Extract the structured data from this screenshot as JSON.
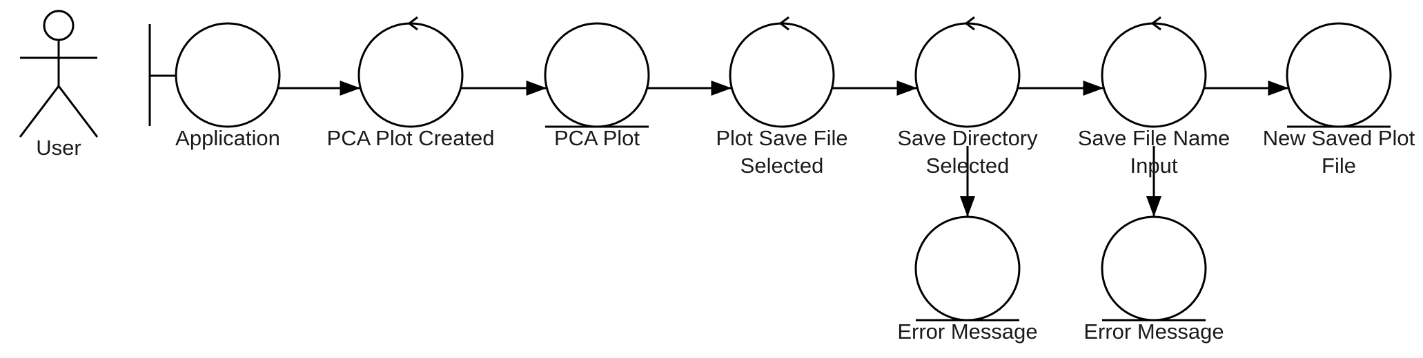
{
  "actor": {
    "label": "User"
  },
  "boundary": {
    "label": "Application"
  },
  "nodes": {
    "pca_plot_created": {
      "kind": "control",
      "lines": [
        "PCA Plot Created"
      ]
    },
    "pca_plot": {
      "kind": "entity",
      "lines": [
        "PCA Plot"
      ]
    },
    "plot_save_file_selected": {
      "kind": "control",
      "lines": [
        "Plot Save File",
        "Selected"
      ]
    },
    "save_directory_selected": {
      "kind": "control",
      "lines": [
        "Save Directory",
        "Selected"
      ]
    },
    "save_file_name_input": {
      "kind": "control",
      "lines": [
        "Save File Name",
        "Input"
      ]
    },
    "new_saved_plot_file": {
      "kind": "entity",
      "lines": [
        "New Saved Plot",
        "File"
      ]
    },
    "error_message_1": {
      "kind": "entity",
      "lines": [
        "Error Message"
      ]
    },
    "error_message_2": {
      "kind": "entity",
      "lines": [
        "Error Message"
      ]
    }
  },
  "edges": [
    {
      "from": "application",
      "to": "pca_plot_created"
    },
    {
      "from": "pca_plot_created",
      "to": "pca_plot"
    },
    {
      "from": "pca_plot",
      "to": "plot_save_file_selected"
    },
    {
      "from": "plot_save_file_selected",
      "to": "save_directory_selected"
    },
    {
      "from": "save_directory_selected",
      "to": "save_file_name_input"
    },
    {
      "from": "save_file_name_input",
      "to": "new_saved_plot_file"
    },
    {
      "from": "save_directory_selected",
      "to": "error_message_1"
    },
    {
      "from": "save_file_name_input",
      "to": "error_message_2"
    }
  ],
  "colors": {
    "stroke": "#000000",
    "text": "#1a1a1a",
    "background": "#ffffff"
  }
}
